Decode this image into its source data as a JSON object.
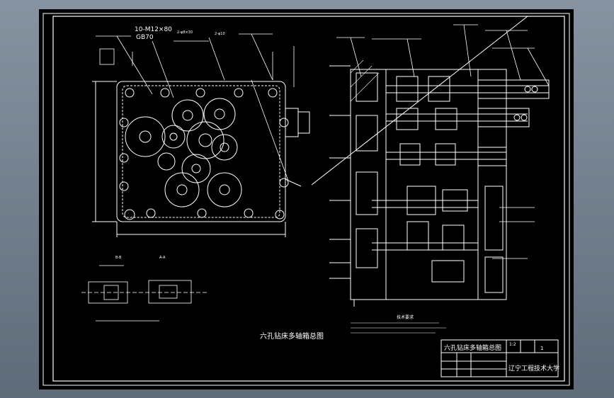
{
  "drawing": {
    "title_main": "六孔钻床多轴箱总图",
    "callouts": {
      "bolt_spec": "10-M12×80",
      "standard": "GB70",
      "pin_spec": "2-φ8×30",
      "plug_spec": "2-φ10"
    },
    "title_block": {
      "title": "六孔钻床多轴箱总图",
      "scale": "1:2",
      "sheet": "1",
      "university": "辽宁工程技术大学"
    },
    "section_labels": [
      "B-B",
      "A-A"
    ],
    "notes_heading": "技术要求"
  },
  "colors": {
    "background": "#000000",
    "line": "#ffffff",
    "frame_gradient_top": "#8793a0",
    "frame_gradient_bottom": "#5f6b78"
  }
}
